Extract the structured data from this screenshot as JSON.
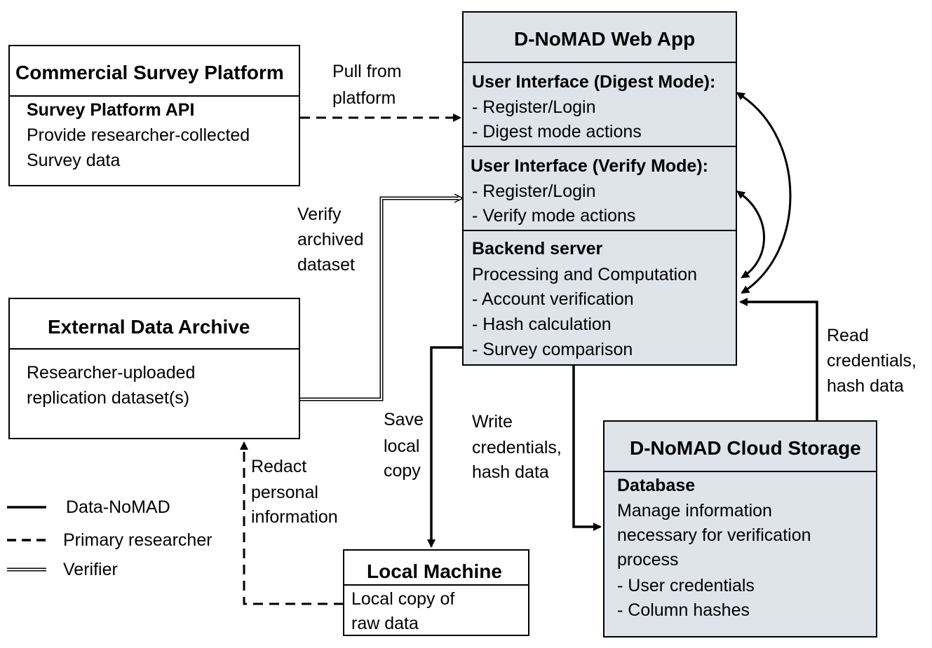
{
  "commercial": {
    "title": "Commercial Survey Platform",
    "api_title": "Survey Platform API",
    "api_line1": "Provide researcher-collected",
    "api_line2": "Survey data"
  },
  "webapp": {
    "title": "D-NoMAD Web App",
    "digest_title": "User Interface (Digest Mode):",
    "digest_item1": "- Register/Login",
    "digest_item2": "- Digest mode actions",
    "verify_title": "User Interface (Verify Mode):",
    "verify_item1": "- Register/Login",
    "verify_item2": "- Verify mode actions",
    "backend_title": "Backend server",
    "backend_line1": "Processing and Computation",
    "backend_item1": "- Account verification",
    "backend_item2": "- Hash calculation",
    "backend_item3": "- Survey comparison"
  },
  "archive": {
    "title": "External Data Archive",
    "line1": "Researcher-uploaded",
    "line2": "replication dataset(s)"
  },
  "local": {
    "title": "Local Machine",
    "line1": "Local copy of",
    "line2": "raw data"
  },
  "cloud": {
    "title": "D-NoMAD Cloud Storage",
    "db_title": "Database",
    "line1": "Manage information",
    "line2": "necessary for verification",
    "line3": "process",
    "item1": "- User credentials",
    "item2": "- Column hashes"
  },
  "edges": {
    "pull_1": "Pull from",
    "pull_2": "platform",
    "verify_1": "Verify",
    "verify_2": "archived",
    "verify_3": "dataset",
    "save_1": "Save",
    "save_2": "local",
    "save_3": "copy",
    "write_1": "Write",
    "write_2": "credentials,",
    "write_3": "hash data",
    "read_1": "Read",
    "read_2": "credentials,",
    "read_3": "hash data",
    "redact_1": "Redact",
    "redact_2": "personal",
    "redact_3": "information"
  },
  "legend": {
    "solid": "Data-NoMAD",
    "dashed": "Primary researcher",
    "double": "Verifier"
  },
  "colors": {
    "box_fill": "#dfe3ea",
    "line": "#000000"
  }
}
